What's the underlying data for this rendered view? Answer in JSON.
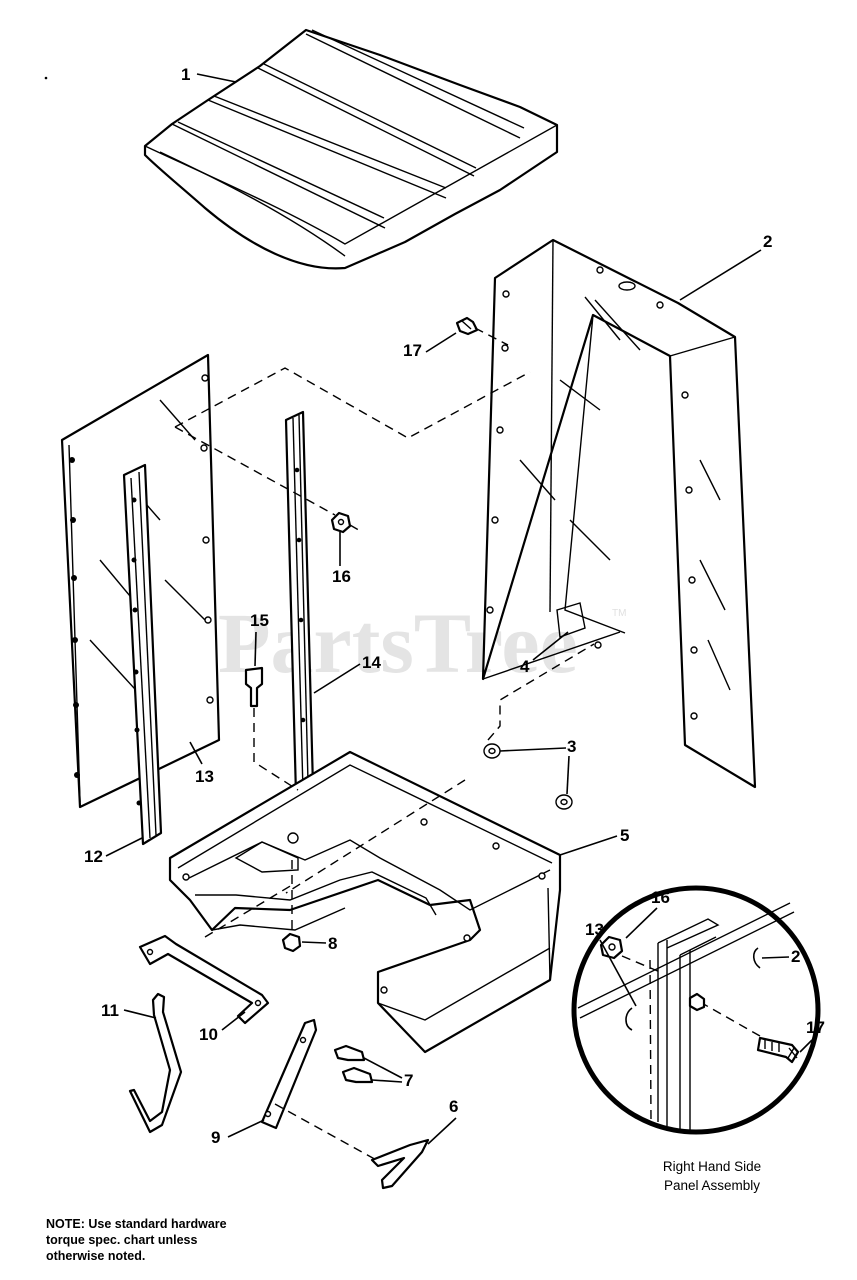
{
  "watermark": {
    "text": "PartsTree",
    "tm": "TM"
  },
  "callouts": [
    {
      "label": "1"
    },
    {
      "label": "2"
    },
    {
      "label": "17"
    },
    {
      "label": "16"
    },
    {
      "label": "15"
    },
    {
      "label": "14"
    },
    {
      "label": "4"
    },
    {
      "label": "3"
    },
    {
      "label": "13"
    },
    {
      "label": "12"
    },
    {
      "label": "5"
    },
    {
      "label": "8"
    },
    {
      "label": "11"
    },
    {
      "label": "10"
    },
    {
      "label": "7"
    },
    {
      "label": "9"
    },
    {
      "label": "6"
    }
  ],
  "detail": {
    "callouts": [
      {
        "label": "16"
      },
      {
        "label": "2"
      },
      {
        "label": "13"
      },
      {
        "label": "17"
      }
    ],
    "caption_lines": [
      "Right Hand Side",
      "Panel Assembly"
    ]
  },
  "note": {
    "lines": [
      "NOTE: Use standard hardware",
      "torque spec. chart unless",
      "otherwise noted."
    ]
  }
}
